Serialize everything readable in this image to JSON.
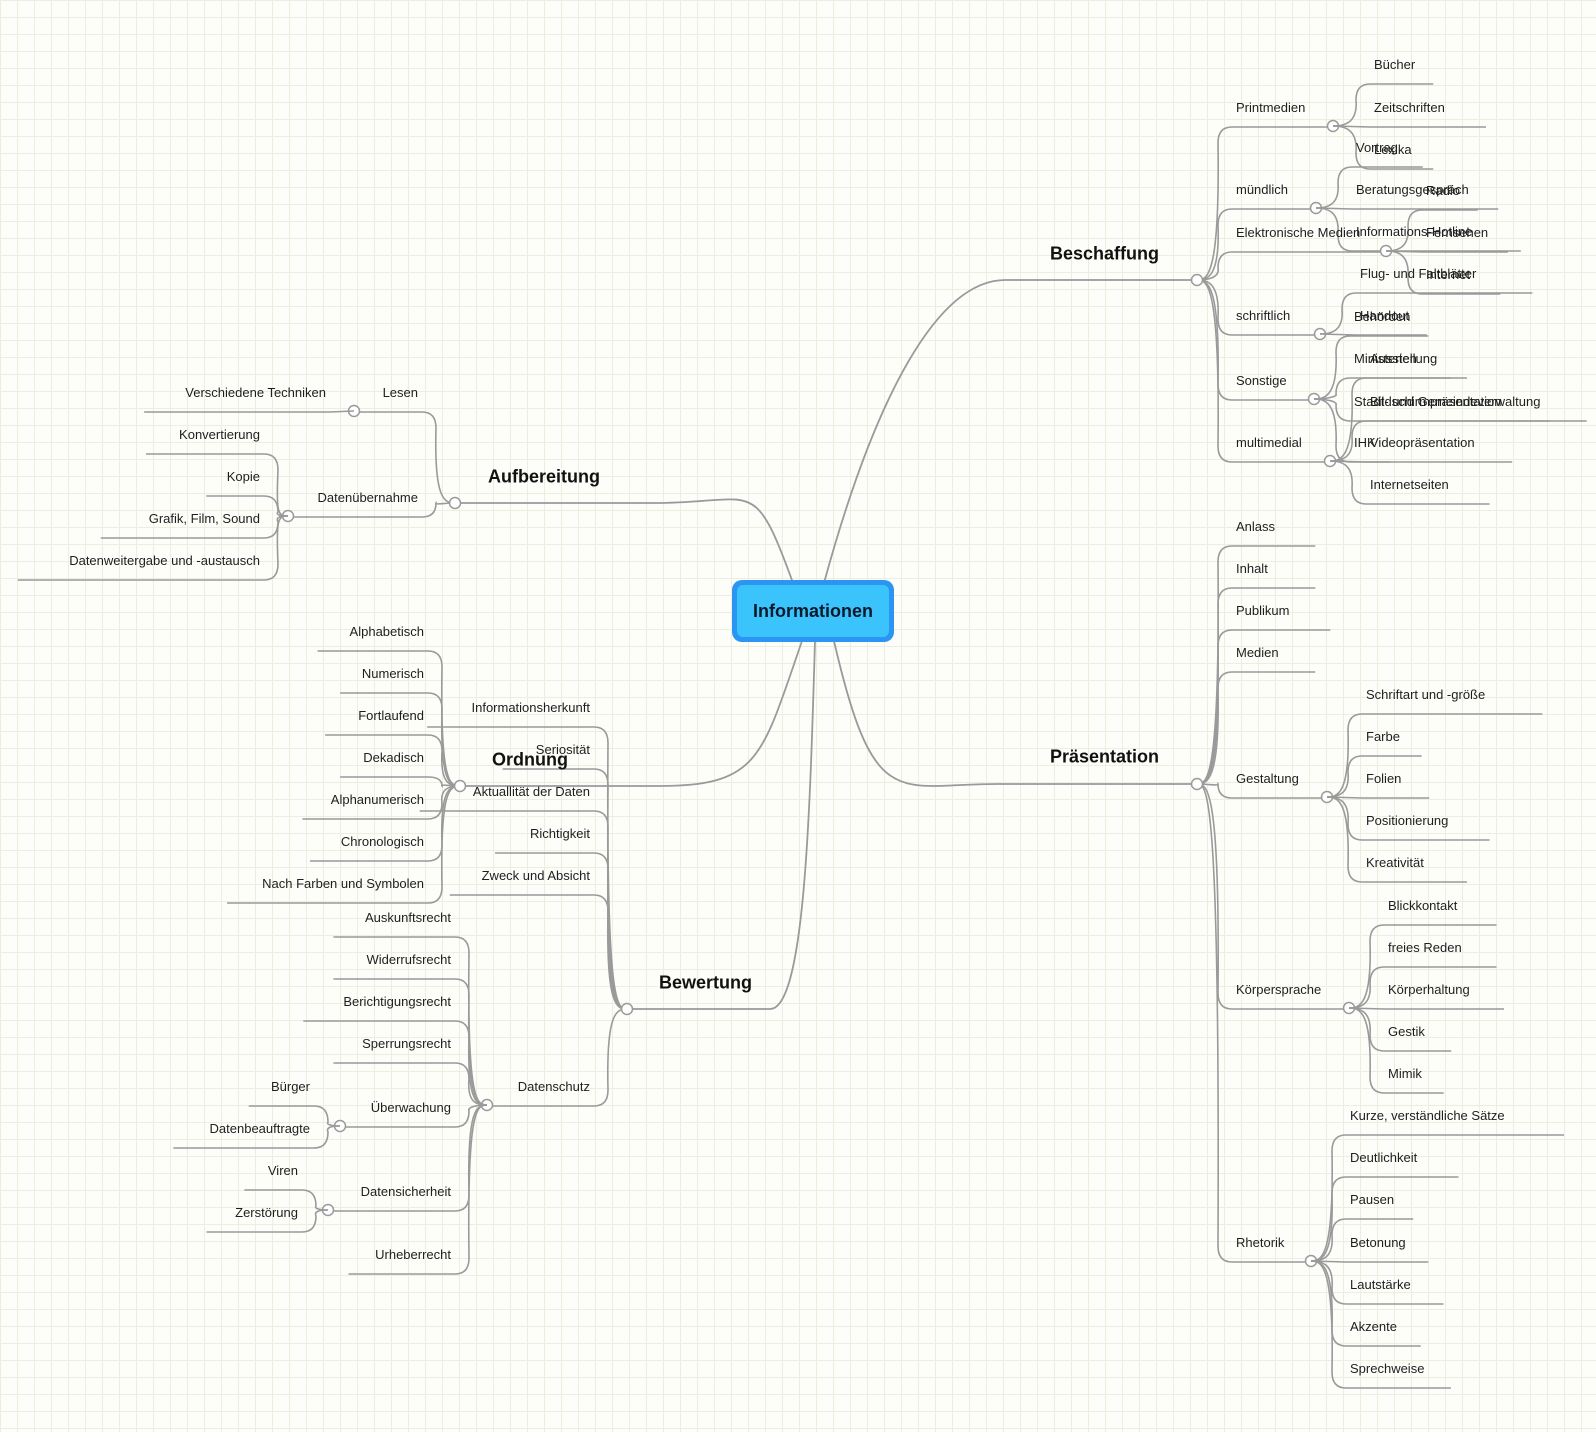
{
  "root": {
    "label": "Informationen"
  },
  "branches": [
    {
      "label": "Beschaffung",
      "children": [
        {
          "label": "Printmedien",
          "children": [
            "Bücher",
            "Zeitschriften",
            "Lexika"
          ]
        },
        {
          "label": "mündlich",
          "children": [
            "Vortrag",
            "Beratungsgespräch",
            "Informations-Hotline"
          ]
        },
        {
          "label": "Elektronische Medien",
          "children": [
            "Radio",
            "Fernsehen",
            "Internet"
          ]
        },
        {
          "label": "schriftlich",
          "children": [
            "Flug- und Faltblätter",
            "Handout"
          ]
        },
        {
          "label": "Sonstige",
          "children": [
            "Behörden",
            "Ministerien",
            "Stadt- und Gemeindeverwaltung",
            "IHK"
          ]
        },
        {
          "label": "multimedial",
          "children": [
            "Ausstellung",
            "Bildschirmpräsentation",
            "Videopräsentation",
            "Internetseiten"
          ]
        }
      ]
    },
    {
      "label": "Präsentation",
      "children": [
        {
          "label": "Anlass",
          "children": []
        },
        {
          "label": "Inhalt",
          "children": []
        },
        {
          "label": "Publikum",
          "children": []
        },
        {
          "label": "Medien",
          "children": []
        },
        {
          "label": "Gestaltung",
          "children": [
            "Schriftart und -größe",
            "Farbe",
            "Folien",
            "Positionierung",
            "Kreativität"
          ]
        },
        {
          "label": "Körpersprache",
          "children": [
            "Blickkontakt",
            "freies Reden",
            "Körperhaltung",
            "Gestik",
            "Mimik"
          ]
        },
        {
          "label": "Rhetorik",
          "children": [
            "Kurze, verständliche Sätze",
            "Deutlichkeit",
            "Pausen",
            "Betonung",
            "Lautstärke",
            "Akzente",
            "Sprechweise"
          ]
        }
      ]
    },
    {
      "label": "Aufbereitung",
      "children": [
        {
          "label": "Lesen",
          "children": [
            "Verschiedene Techniken"
          ]
        },
        {
          "label": "Datenübernahme",
          "children": [
            "Konvertierung",
            "Kopie",
            "Grafik, Film, Sound",
            "Datenweitergabe und -austausch"
          ]
        }
      ]
    },
    {
      "label": "Ordnung",
      "children": [
        "Alphabetisch",
        "Numerisch",
        "Fortlaufend",
        "Dekadisch",
        "Alphanumerisch",
        "Chronologisch",
        "Nach Farben und Symbolen"
      ]
    },
    {
      "label": "Bewertung",
      "children": [
        {
          "label": "Informationsherkunft",
          "children": []
        },
        {
          "label": "Seriosität",
          "children": []
        },
        {
          "label": "Aktuallität der Daten",
          "children": []
        },
        {
          "label": "Richtigkeit",
          "children": []
        },
        {
          "label": "Zweck und Absicht",
          "children": []
        },
        {
          "label": "Datenschutz",
          "children": [
            {
              "label": "Auskunftsrecht",
              "children": []
            },
            {
              "label": "Widerrufsrecht",
              "children": []
            },
            {
              "label": "Berichtigungsrecht",
              "children": []
            },
            {
              "label": "Sperrungsrecht",
              "children": []
            },
            {
              "label": "Überwachung",
              "children": [
                "Bürger",
                "Datenbeauftragte"
              ]
            },
            {
              "label": "Datensicherheit",
              "children": [
                "Viren",
                "Zerstörung"
              ]
            },
            {
              "label": "Urheberrecht",
              "children": []
            }
          ]
        }
      ]
    }
  ],
  "colors": {
    "line": "#9a9a9a",
    "root_border": "#2a95f2",
    "root_fill": "#3bc3fb",
    "grid": "#ecefdf",
    "background": "#fdfdf9"
  }
}
